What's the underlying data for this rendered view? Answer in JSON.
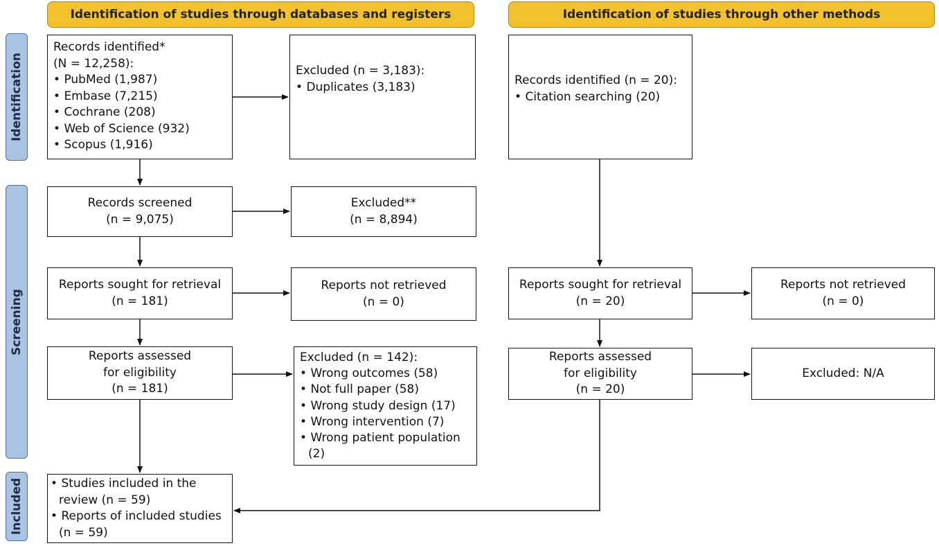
{
  "headers": {
    "left": "Identification of studies through databases and registers",
    "right": "Identification of studies through other methods"
  },
  "phases": {
    "identification": "Identification",
    "screening": "Screening",
    "included": "Included"
  },
  "left_column": {
    "identified": {
      "line1": "Records identified*",
      "line2": "(N = 12,258):",
      "items": [
        "PubMed (1,987)",
        "Embase (7,215)",
        "Cochrane (208)",
        "Web of Science (932)",
        "Scopus (1,916)"
      ]
    },
    "excluded_duplicates": {
      "title": "Excluded (n = 3,183):",
      "items": [
        "Duplicates (3,183)"
      ]
    },
    "screened": {
      "line1": "Records screened",
      "line2": "(n = 9,075)"
    },
    "excluded_screen": {
      "line1": "Excluded**",
      "line2": "(n = 8,894)"
    },
    "sought": {
      "line1": "Reports sought for retrieval",
      "line2": "(n = 181)"
    },
    "not_retrieved": {
      "line1": "Reports not retrieved",
      "line2": "(n = 0)"
    },
    "assessed": {
      "line1": "Reports assessed",
      "line2": "for eligibility",
      "line3": "(n = 181)"
    },
    "excluded_assess": {
      "title": "Excluded (n = 142):",
      "items": [
        "Wrong outcomes (58)",
        "Not full paper (58)",
        "Wrong study design (17)",
        "Wrong intervention (7)",
        "Wrong patient population (2)"
      ]
    },
    "included": {
      "items": [
        "Studies included in the review (n = 59)",
        "Reports of included studies (n = 59)"
      ]
    }
  },
  "right_column": {
    "identified": {
      "title": "Records identified (n = 20):",
      "items": [
        "Citation searching (20)"
      ]
    },
    "sought": {
      "line1": "Reports sought for retrieval",
      "line2": "(n = 20)"
    },
    "not_retrieved": {
      "line1": "Reports not retrieved",
      "line2": "(n = 0)"
    },
    "assessed": {
      "line1": "Reports assessed",
      "line2": "for eligibility",
      "line3": "(n = 20)"
    },
    "excluded": {
      "line1": "Excluded: N/A"
    }
  }
}
